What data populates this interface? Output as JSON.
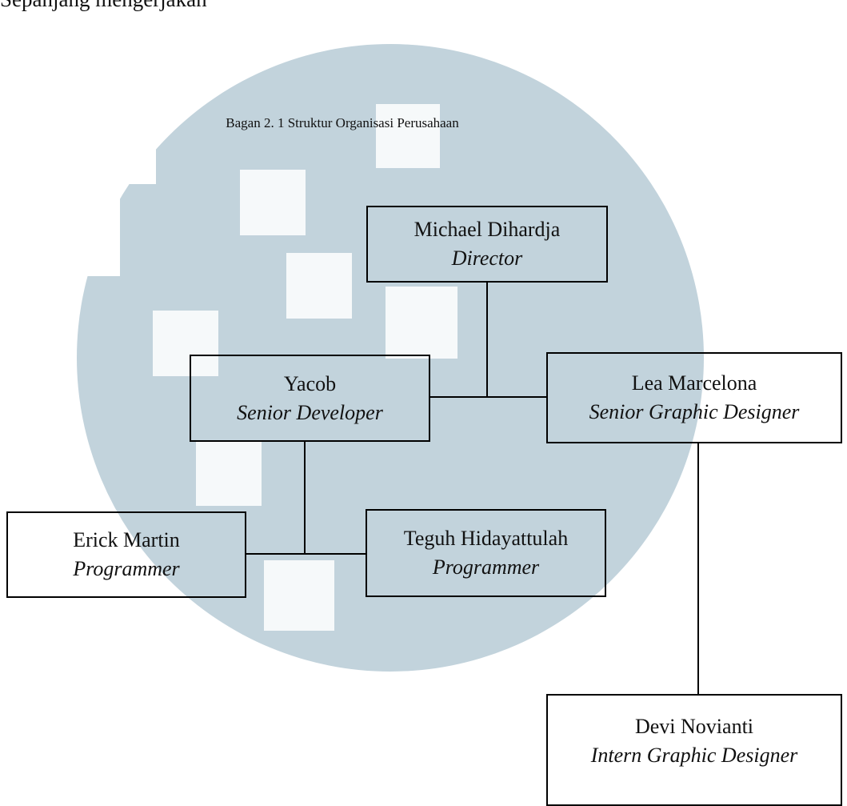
{
  "page": {
    "top_text": "Sepanjang mengerjakan",
    "caption": "Bagan 2. 1 Struktur Organisasi Perusahaan"
  },
  "colors": {
    "watermark": "#c2d3dc",
    "background": "#ffffff",
    "box_border": "#000000"
  },
  "org_chart": {
    "director": {
      "name": "Michael Dihardja",
      "role": "Director"
    },
    "senior_developer": {
      "name": "Yacob",
      "role": "Senior Developer"
    },
    "senior_designer": {
      "name": "Lea Marcelona",
      "role": "Senior Graphic Designer"
    },
    "programmer_1": {
      "name": "Erick Martin",
      "role": "Programmer"
    },
    "programmer_2": {
      "name": "Teguh Hidayattulah",
      "role": "Programmer"
    },
    "intern_designer": {
      "name": "Devi Novianti",
      "role": "Intern Graphic Designer"
    }
  }
}
